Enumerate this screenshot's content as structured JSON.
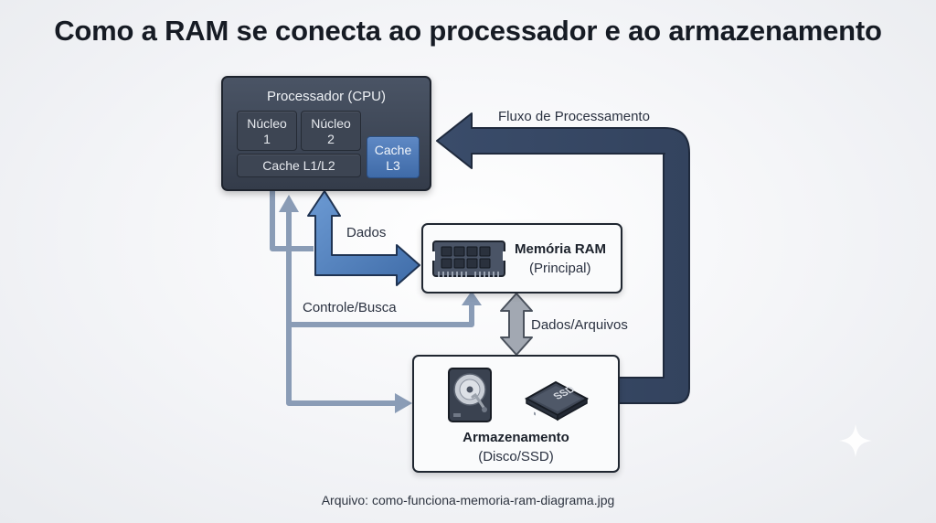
{
  "title": "Como a RAM se conecta ao processador e ao armazenamento",
  "cpu": {
    "title": "Processador (CPU)",
    "core1": [
      "Núcleo",
      "1"
    ],
    "core2": [
      "Núcleo",
      "2"
    ],
    "cache_l12": "Cache L1/L2",
    "cache_l3": [
      "Cache",
      "L3"
    ]
  },
  "ram": {
    "title": "Memória RAM",
    "subtitle": "(Principal)"
  },
  "storage": {
    "title": "Armazenamento",
    "subtitle": "(Disco/SSD)",
    "ssd_label": "SSD"
  },
  "labels": {
    "dados": "Dados",
    "controle": "Controle/Busca",
    "dados_arquivos": "Dados/Arquivos",
    "fluxo": "Fluxo de Processamento"
  },
  "caption": "Arquivo: como-funciona-memoria-ram-diagrama.jpg",
  "colors": {
    "cpu_fill": "#3a4250",
    "cache_l3": "#4a76b4",
    "flow_arrow": "#3c4e6c",
    "dados_arrow": "#4f7fbd",
    "control_line": "#8a9cb6",
    "io_arrow": "#9aa1ab"
  }
}
